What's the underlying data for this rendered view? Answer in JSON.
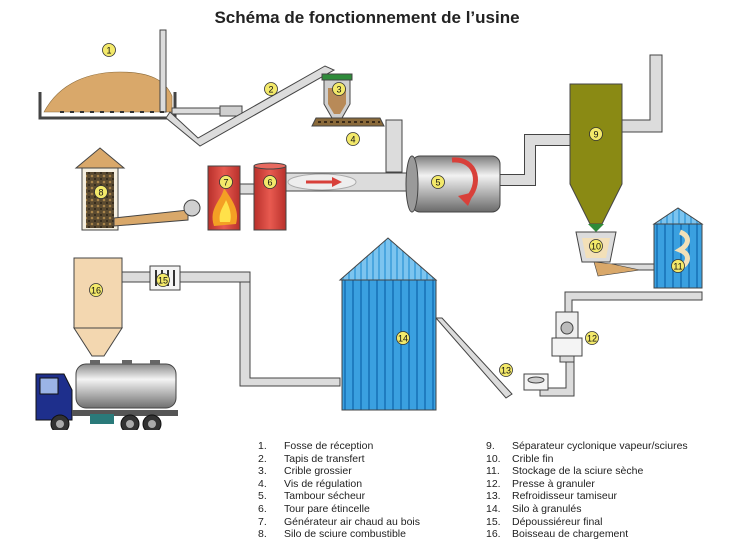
{
  "title": "Schéma de fonctionnement de l’usine",
  "markers": [
    "1",
    "2",
    "3",
    "4",
    "5",
    "6",
    "7",
    "8",
    "9",
    "10",
    "11",
    "12",
    "13",
    "14",
    "15",
    "16"
  ],
  "legend_left": [
    {
      "num": "1.",
      "text": "Fosse de réception"
    },
    {
      "num": "2.",
      "text": "Tapis de transfert"
    },
    {
      "num": "3.",
      "text": "Crible grossier"
    },
    {
      "num": "4.",
      "text": "Vis de régulation"
    },
    {
      "num": "5.",
      "text": "Tambour sécheur"
    },
    {
      "num": "6.",
      "text": "Tour pare étincelle"
    },
    {
      "num": "7.",
      "text": "Générateur air chaud au bois"
    },
    {
      "num": "8.",
      "text": "Silo de sciure combustible"
    }
  ],
  "legend_right": [
    {
      "num": "9.",
      "text": "Séparateur cyclonique vapeur/sciures"
    },
    {
      "num": "10.",
      "text": "Crible fin"
    },
    {
      "num": "11.",
      "text": "Stockage de la sciure sèche"
    },
    {
      "num": "12.",
      "text": "Presse à granuler"
    },
    {
      "num": "13.",
      "text": "Refroidisseur tamiseur"
    },
    {
      "num": "14.",
      "text": "Silo à granulés"
    },
    {
      "num": "15.",
      "text": "Dépoussiéreur final"
    },
    {
      "num": "16.",
      "text": "Boisseau de chargement"
    }
  ],
  "colors": {
    "marker": "#f3e96a",
    "pipe": "#dcdcdc",
    "outline": "#444444",
    "silo_blue": "#3aa0e0",
    "red": "#d8403a",
    "olive": "#8a8a14",
    "sand": "#d9a86a",
    "truck_blue": "#1e2f8c",
    "hopper": "#f3d7b0"
  }
}
